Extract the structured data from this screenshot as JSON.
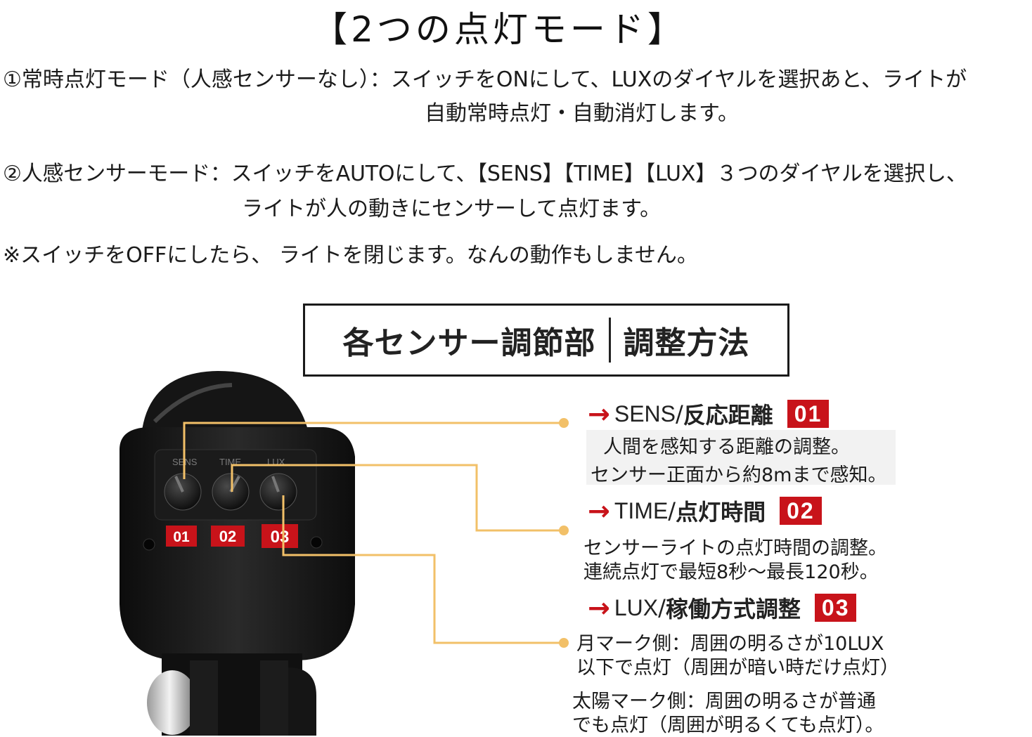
{
  "title": "【2つの点灯モード】",
  "mode1": {
    "line1": "①常時点灯モード（人感センサーなし）：スイッチをONにして、LUXのダイヤルを選択あと、ライトが",
    "line2": "自動常時点灯・自動消灯します。"
  },
  "mode2": {
    "line1": "②人感センサーモード：スイッチをAUTOにして、【SENS】【TIME】【LUX】３つのダイヤルを選択し、",
    "line2": "ライトが人の動きにセンサーして点灯ます。"
  },
  "note": "※スイッチをOFFにしたら、 ライトを閉じます。なんの動作もしません。",
  "box": {
    "left": "各センサー調節部",
    "right": "調整方法"
  },
  "device": {
    "labels": [
      "SENS",
      "TIME",
      "LUX"
    ],
    "badges": [
      "01",
      "02",
      "03"
    ]
  },
  "sections": [
    {
      "en": "SENS",
      "sep": " / ",
      "ja": "反応距離",
      "badge": "01",
      "lines": [
        "人間を感知する距離の調整。",
        "センサー正面から約8mまで感知。"
      ]
    },
    {
      "en": "TIME",
      "sep": " / ",
      "ja": "点灯時間",
      "badge": "02",
      "lines": [
        "センサーライトの点灯時間の調整。",
        "連続点灯で最短8秒～最長120秒。"
      ]
    },
    {
      "en": "LUX",
      "sep": " / ",
      "ja": "稼働方式調整",
      "badge": "03",
      "lines": [
        "月マーク側：周囲の明るさが10LUX",
        "以下で点灯（周囲が暗い時だけ点灯）",
        "太陽マーク側：周囲の明るさが普通",
        "でも点灯（周囲が明るくても点灯）。"
      ]
    }
  ],
  "colors": {
    "accent": "#c8131a",
    "leader": "#f2c068"
  }
}
